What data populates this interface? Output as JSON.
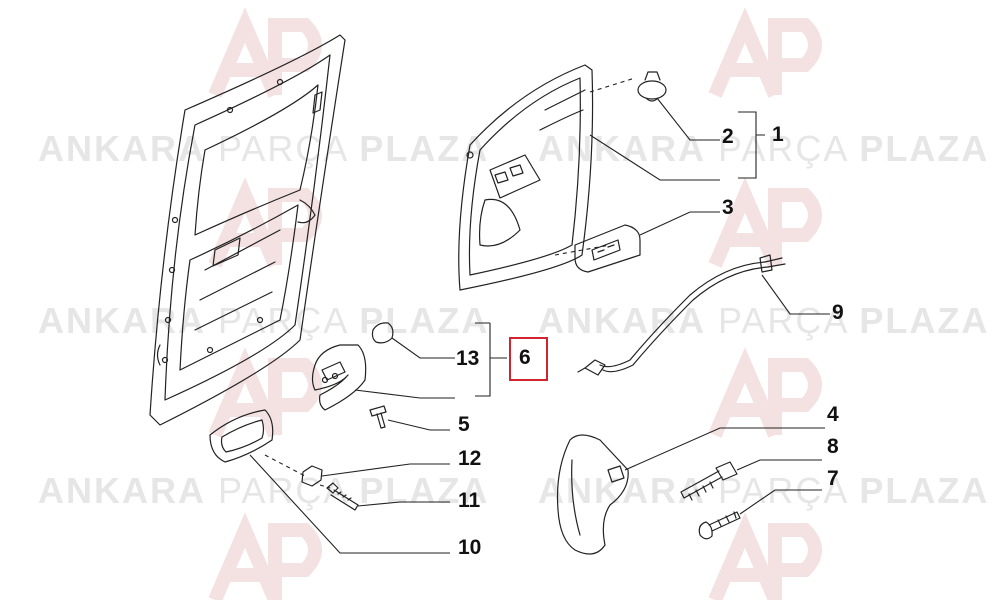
{
  "watermark": {
    "word_bold": "ANKARA",
    "word_light": "PARÇA",
    "word_end": "PLAZA",
    "logo_letters": "AP"
  },
  "callouts": {
    "c1": "1",
    "c2": "2",
    "c3": "3",
    "c4": "4",
    "c5": "5",
    "c6": "6",
    "c7": "7",
    "c8": "8",
    "c9": "9",
    "c10": "10",
    "c11": "11",
    "c12": "12",
    "c13": "13"
  },
  "highlighted_callout": "6",
  "colors": {
    "highlight": "#d0242f",
    "line": "#222222",
    "watermark": "#e6e6e6",
    "logo": "#f1d9d9"
  }
}
